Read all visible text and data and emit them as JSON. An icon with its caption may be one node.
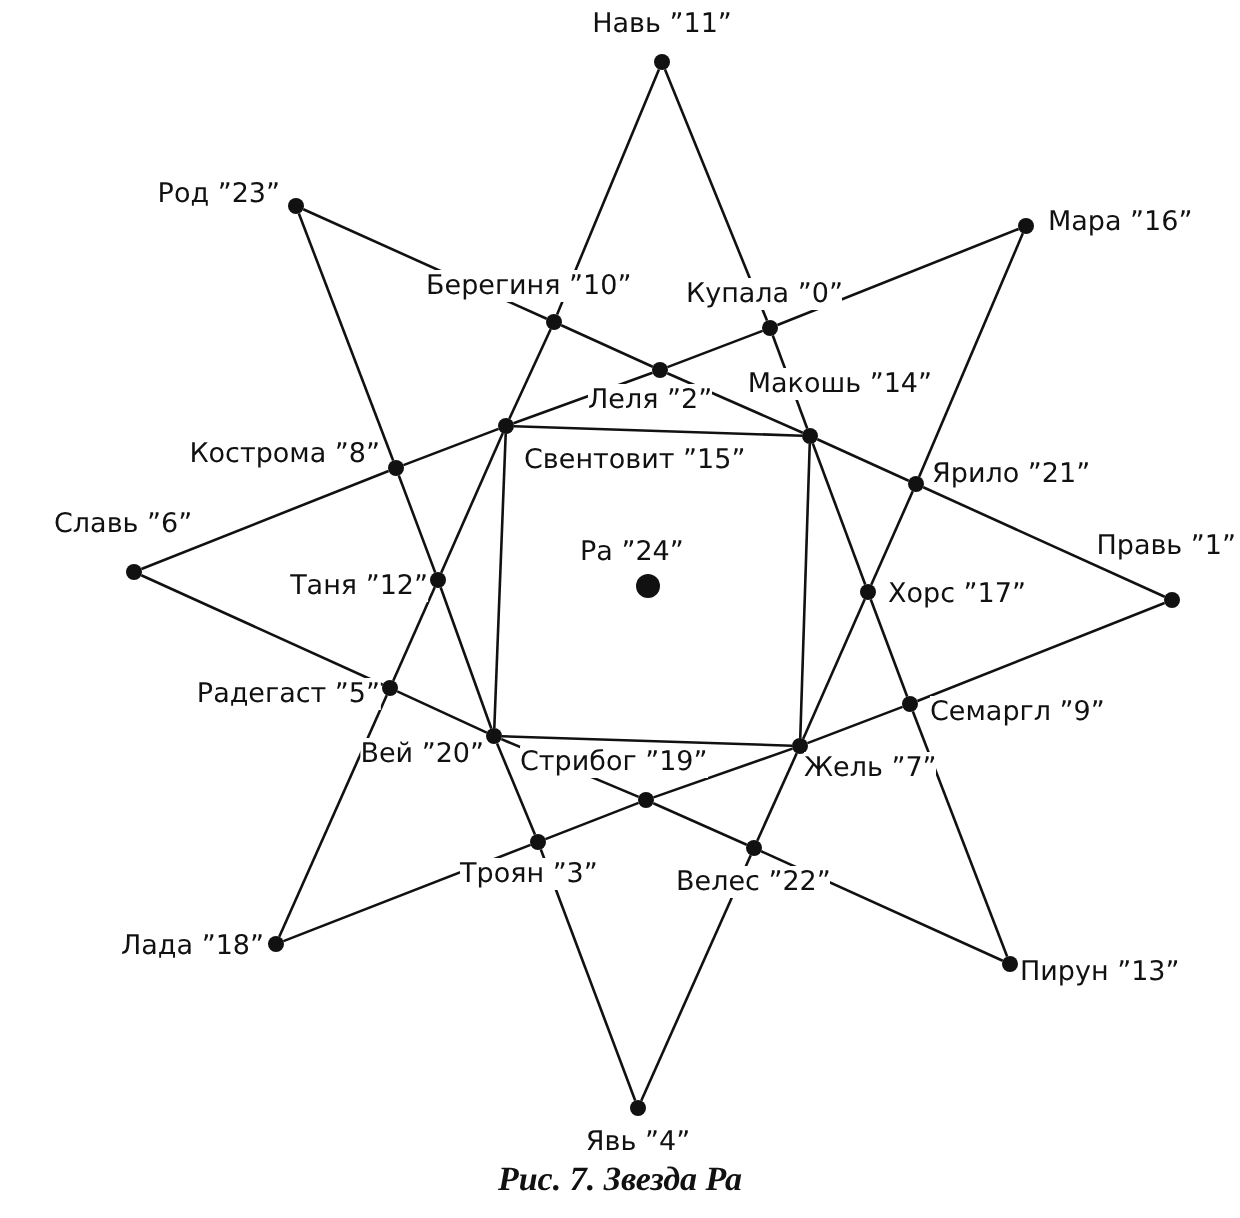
{
  "diagram": {
    "caption": "Рис. 7. Звезда Ра",
    "nodes": [
      {
        "text": [
          "Навь ”11”"
        ]
      },
      {
        "text": [
          "Род ”23”"
        ]
      },
      {
        "text": [
          "Мара ”16”"
        ]
      },
      {
        "text": [
          "Берегиня ”10”"
        ]
      },
      {
        "text": [
          "Купала ”0”"
        ]
      },
      {
        "text": [
          "Леля ”2”"
        ]
      },
      {
        "text": [
          "Свентовит ”15”"
        ]
      },
      {
        "text": [
          "Макошь ”14”"
        ]
      },
      {
        "text": [
          "Кострома ”8”"
        ]
      },
      {
        "text": [
          "Ярило ”21”"
        ]
      },
      {
        "text": [
          "Славь ”6”"
        ]
      },
      {
        "text": [
          "Таня ”12”"
        ]
      },
      {
        "text": [
          "Ра ”24”"
        ]
      },
      {
        "text": [
          "Хорс ”17”"
        ]
      },
      {
        "text": [
          "Правь ”1”"
        ]
      },
      {
        "text": [
          "Радегаст ”5”"
        ]
      },
      {
        "text": [
          "Семаргл ”9”"
        ]
      },
      {
        "text": [
          "Вей ”20”"
        ]
      },
      {
        "text": [
          "Стрибог ”19”"
        ]
      },
      {
        "text": [
          "Жель ”7”"
        ]
      },
      {
        "text": [
          "Троян ”3”"
        ]
      },
      {
        "text": [
          "Велес ”22”"
        ]
      },
      {
        "text": [
          "Лада ”18”"
        ]
      },
      {
        "text": [
          "Пирун ”13”"
        ]
      },
      {
        "text": [
          "Явь ”4”"
        ]
      }
    ],
    "edges": [
      {
        "from": 0,
        "to": 3,
        "arrow": "none"
      },
      {
        "from": 3,
        "to": 6,
        "arrow": "none"
      },
      {
        "from": 6,
        "to": 11,
        "arrow": "none"
      },
      {
        "from": 11,
        "to": 15,
        "arrow": "none"
      },
      {
        "from": 15,
        "to": 22,
        "arrow": "none"
      },
      {
        "from": 0,
        "to": 4,
        "arrow": "none"
      },
      {
        "from": 4,
        "to": 7,
        "arrow": "none"
      },
      {
        "from": 7,
        "to": 13,
        "arrow": "none"
      },
      {
        "from": 13,
        "to": 16,
        "arrow": "none"
      },
      {
        "from": 16,
        "to": 23,
        "arrow": "none"
      },
      {
        "from": 1,
        "to": 8,
        "arrow": "none"
      },
      {
        "from": 8,
        "to": 11,
        "arrow": "none"
      },
      {
        "from": 11,
        "to": 17,
        "arrow": "none"
      },
      {
        "from": 17,
        "to": 20,
        "arrow": "none"
      },
      {
        "from": 20,
        "to": 24,
        "arrow": "none"
      },
      {
        "from": 2,
        "to": 9,
        "arrow": "none"
      },
      {
        "from": 9,
        "to": 13,
        "arrow": "none"
      },
      {
        "from": 13,
        "to": 19,
        "arrow": "none"
      },
      {
        "from": 19,
        "to": 21,
        "arrow": "none"
      },
      {
        "from": 21,
        "to": 24,
        "arrow": "none"
      },
      {
        "from": 1,
        "to": 3,
        "arrow": "none"
      },
      {
        "from": 3,
        "to": 5,
        "arrow": "none"
      },
      {
        "from": 5,
        "to": 7,
        "arrow": "none"
      },
      {
        "from": 7,
        "to": 9,
        "arrow": "none"
      },
      {
        "from": 9,
        "to": 14,
        "arrow": "none"
      },
      {
        "from": 2,
        "to": 4,
        "arrow": "none"
      },
      {
        "from": 4,
        "to": 5,
        "arrow": "none"
      },
      {
        "from": 5,
        "to": 6,
        "arrow": "none"
      },
      {
        "from": 6,
        "to": 8,
        "arrow": "none"
      },
      {
        "from": 8,
        "to": 10,
        "arrow": "none"
      },
      {
        "from": 10,
        "to": 15,
        "arrow": "none"
      },
      {
        "from": 15,
        "to": 17,
        "arrow": "none"
      },
      {
        "from": 17,
        "to": 18,
        "arrow": "none"
      },
      {
        "from": 18,
        "to": 21,
        "arrow": "none"
      },
      {
        "from": 21,
        "to": 23,
        "arrow": "none"
      },
      {
        "from": 14,
        "to": 16,
        "arrow": "none"
      },
      {
        "from": 16,
        "to": 19,
        "arrow": "none"
      },
      {
        "from": 19,
        "to": 18,
        "arrow": "none"
      },
      {
        "from": 18,
        "to": 20,
        "arrow": "none"
      },
      {
        "from": 20,
        "to": 22,
        "arrow": "none"
      },
      {
        "from": 6,
        "to": 7,
        "arrow": "none"
      },
      {
        "from": 7,
        "to": 19,
        "arrow": "none"
      },
      {
        "from": 19,
        "to": 17,
        "arrow": "none"
      },
      {
        "from": 17,
        "to": 6,
        "arrow": "none"
      }
    ]
  }
}
